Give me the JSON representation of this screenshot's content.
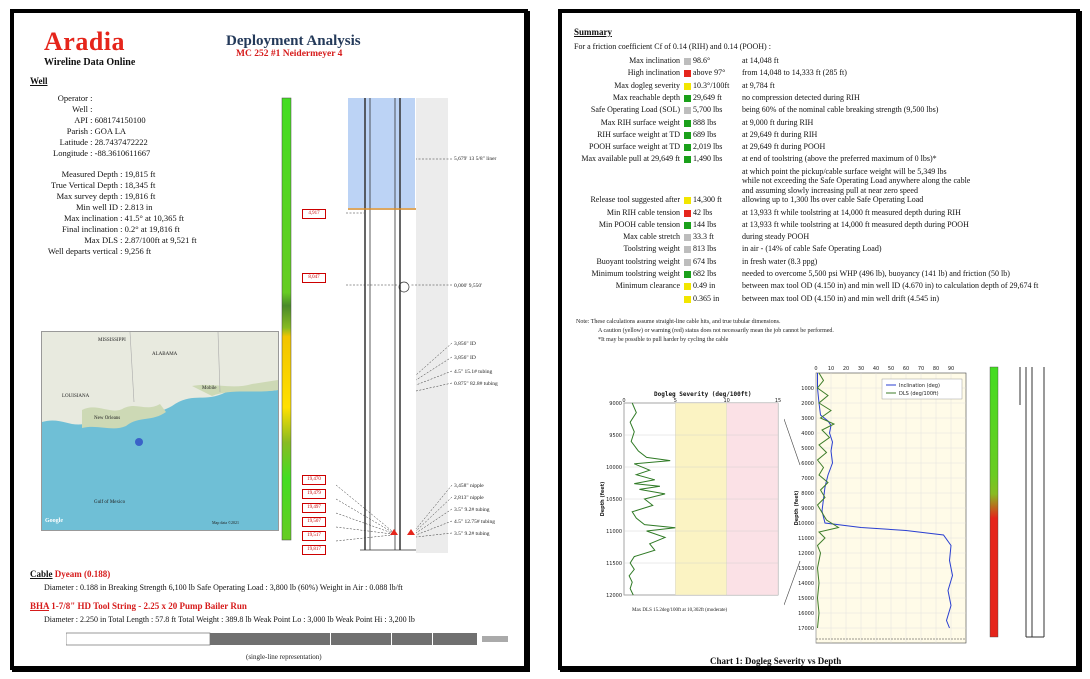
{
  "page1": {
    "brand": "Aradia",
    "brand_sub": "Wireline Data Online",
    "title": "Deployment Analysis",
    "subtitle": "MC 252 #1 Neidermeyer 4",
    "well_header": "Well",
    "well_rows": [
      {
        "label": "Operator",
        "value": ""
      },
      {
        "label": "Well",
        "value": ""
      },
      {
        "label": "API",
        "value": "608174150100"
      },
      {
        "label": "Parish",
        "value": "GOA LA"
      },
      {
        "label": "Latitude",
        "value": "28.7437472222"
      },
      {
        "label": "Longitude",
        "value": "-88.3610611667"
      },
      {
        "label": "",
        "value": ""
      },
      {
        "label": "Measured Depth",
        "value": "19,815 ft"
      },
      {
        "label": "True Vertical Depth",
        "value": "18,345 ft"
      },
      {
        "label": "Max survey depth",
        "value": "19,816 ft"
      },
      {
        "label": "Min well ID",
        "value": "2.813 in"
      },
      {
        "label": "Max inclination",
        "value": "41.5° at 10,365 ft"
      },
      {
        "label": "Final inclination",
        "value": "0.2° at 19,816 ft"
      },
      {
        "label": "Max DLS",
        "value": "2.87/100ft at 9,521 ft"
      },
      {
        "label": "Well departs vertical",
        "value": "9,256 ft"
      }
    ],
    "map_labels": [
      "MISSISSIPPI",
      "ALABAMA",
      "Mobile",
      "LOUISIANA",
      "New Orleans",
      "Gulf of Mexico",
      "Google",
      "Map data ©2021"
    ],
    "depth_boxes": [
      "4,917",
      "8,047",
      "19,470",
      "19,479",
      "19,497",
      "19,507",
      "19,517",
      "19,817"
    ],
    "annotations": [
      "5,679' 13 5/8\" liner",
      "0,000' 9,550'",
      "3,856\" ID",
      "3,856\" ID",
      "4.5\" 15.1# tubing",
      "0.875\" 82.8# tubing",
      "3,458\" nipple",
      "2,813\" nipple",
      "3.5\" 9.2# tubing",
      "4.5\" 12.75# tubing",
      "3.5\" 9.2# tubing"
    ],
    "cable": {
      "label": "Cable",
      "name": "Dyeam (0.188)",
      "details": "Diameter : 0.188 in   Breaking Strength 6,100 lb   Safe Operating Load : 3,800 lb (60%)   Weight in Air : 0.088 lb/ft"
    },
    "bha": {
      "label": "BHA",
      "name": "1-7/8\" HD Tool String - 2.25 x 20 Pump Bailer Run",
      "details": "Diameter : 2.250 in   Total Length : 57.8 ft   Total Weight : 389.8 lb   Weak Point Lo : 3,000 lb   Weak Point Hi : 3,200 lb"
    },
    "toolstring_caption": "(single-line representation)"
  },
  "page2": {
    "summary_header": "Summary",
    "intro": "For a friction coefficient Cf of 0.14 (RIH) and 0.14 (POOH) :",
    "rows": [
      {
        "label": "Max inclination",
        "color": "#bdbdbd",
        "value": "98.6°",
        "desc": "at 14,048 ft"
      },
      {
        "label": "High inclination",
        "color": "#e5251b",
        "value": "above 97°",
        "desc": "from 14,048 to 14,333 ft (285 ft)"
      },
      {
        "label": "Max dogleg severity",
        "color": "#f2e600",
        "value": "10.3°/100ft",
        "desc": "at 9,784 ft"
      },
      {
        "label": "Max reachable depth",
        "color": "#1aa01a",
        "value": "29,649 ft",
        "desc": "no compression detected during RIH"
      },
      {
        "label": "Safe Operating Load (SOL)",
        "color": "#bdbdbd",
        "value": "5,700 lbs",
        "desc": "being 60% of the nominal cable breaking strength (9,500 lbs)"
      },
      {
        "label": "Max RIH surface weight",
        "color": "#1aa01a",
        "value": "888 lbs",
        "desc": "at 9,000 ft during RIH"
      },
      {
        "label": "RIH surface weight at TD",
        "color": "#1aa01a",
        "value": "689 lbs",
        "desc": "at 29,649 ft during RIH"
      },
      {
        "label": "POOH surface weight at TD",
        "color": "#1aa01a",
        "value": "2,019 lbs",
        "desc": "at 29,649 ft during POOH"
      },
      {
        "label": "Max available pull at 29,649 ft",
        "color": "#1aa01a",
        "value": "1,490 lbs",
        "desc": "at end of toolstring (above the preferred maximum of 0 lbs)*"
      },
      {
        "label": "",
        "color": "",
        "value": "",
        "desc": "at which point the pickup/cable surface weight will be 5,349 lbs"
      },
      {
        "label": "",
        "color": "",
        "value": "",
        "desc": "while not exceeding the Safe Operating Load anywhere along the cable"
      },
      {
        "label": "",
        "color": "",
        "value": "",
        "desc": "and assuming slowly increasing pull at near zero speed"
      },
      {
        "label": "Release tool suggested after",
        "color": "#f2e600",
        "value": "14,300 ft",
        "desc": "allowing up to 1,300 lbs over cable Safe Operating Load"
      },
      {
        "label": "Min RIH cable tension",
        "color": "#e5251b",
        "value": "42 lbs",
        "desc": "at 13,933 ft while toolstring at 14,000 ft measured depth during RIH"
      },
      {
        "label": "Min POOH cable tension",
        "color": "#1aa01a",
        "value": "144 lbs",
        "desc": "at 13,933 ft while toolstring at 14,000 ft measured depth during POOH"
      },
      {
        "label": "Max cable stretch",
        "color": "#bdbdbd",
        "value": "33.3 ft",
        "desc": "during steady POOH"
      },
      {
        "label": "Toolstring weight",
        "color": "#bdbdbd",
        "value": "813 lbs",
        "desc": "in air - (14% of cable Safe Operating Load)"
      },
      {
        "label": "Buoyant toolstring weight",
        "color": "#bdbdbd",
        "value": "674 lbs",
        "desc": "in fresh water (8.3 ppg)"
      },
      {
        "label": "Minimum toolstring weight",
        "color": "#1aa01a",
        "value": "682 lbs",
        "desc": "needed to overcome 5,500 psi WHP (496 lb), buoyancy (141 lb) and friction (50 lb)"
      },
      {
        "label": "Minimum clearance",
        "color": "#f2e600",
        "value": "0.49 in",
        "desc": "between max tool OD (4.150 in) and min well ID (4.670 in) to calculation depth of 29,674 ft"
      },
      {
        "label": "",
        "color": "#f2e600",
        "value": "0.365 in",
        "desc": "between max tool OD (4.150 in) and min well drift (4.545 in)"
      }
    ],
    "notes": [
      "Note:  These calculations assume straight-line cable hits, and true tubular dimensions.",
      "A caution (yellow) or warning (red) status does not necessarily mean the job cannot be performed.",
      "*It may be possible to pull harder by cycling the cable"
    ],
    "chart_caption": "Chart 1: Dogleg Severity vs Depth"
  },
  "chart_data": [
    {
      "type": "line",
      "title": "Dogleg Severity (deg/100ft)",
      "xlabel": "",
      "ylabel": "Depth (feet)",
      "note": "Max DLS 15.2deg/100ft at 10,302ft (moderate)",
      "xlim": [
        0,
        15
      ],
      "ylim": [
        12000,
        9000
      ],
      "x_ticks": [
        "0",
        "5",
        "10",
        "15"
      ],
      "y_ticks": [
        9000,
        9500,
        10000,
        10500,
        11000,
        11500,
        12000
      ],
      "series": [
        {
          "name": "",
          "points": [
            [
              0.8,
              9000
            ],
            [
              1.2,
              9150
            ],
            [
              0.6,
              9300
            ],
            [
              1.0,
              9450
            ],
            [
              0.7,
              9600
            ],
            [
              1.4,
              9750
            ],
            [
              2.2,
              9850
            ],
            [
              4.5,
              9900
            ],
            [
              1.0,
              9950
            ],
            [
              2.5,
              10050
            ],
            [
              1.2,
              10120
            ],
            [
              3.0,
              10200
            ],
            [
              1.0,
              10260
            ],
            [
              3.5,
              10300
            ],
            [
              1.5,
              10350
            ],
            [
              4.0,
              10420
            ],
            [
              2.0,
              10500
            ],
            [
              2.8,
              10600
            ],
            [
              0.8,
              10700
            ],
            [
              1.2,
              10800
            ],
            [
              2.0,
              10900
            ],
            [
              5.0,
              10950
            ],
            [
              2.2,
              11000
            ],
            [
              4.0,
              11100
            ],
            [
              2.5,
              11200
            ],
            [
              3.0,
              11300
            ],
            [
              1.0,
              11400
            ],
            [
              0.6,
              11500
            ],
            [
              1.0,
              11600
            ],
            [
              0.5,
              11700
            ],
            [
              0.8,
              11800
            ],
            [
              0.6,
              11900
            ],
            [
              0.9,
              12000
            ]
          ]
        }
      ]
    },
    {
      "type": "line",
      "title": "",
      "xlabel": "",
      "ylabel": "Depth (feet)",
      "xlim": [
        0,
        100
      ],
      "ylim": [
        18000,
        0
      ],
      "x_ticks": [
        "0",
        "10",
        "20",
        "30",
        "40",
        "50",
        "60",
        "70",
        "80",
        "90"
      ],
      "y_ticks": [
        1000,
        2000,
        3000,
        4000,
        5000,
        6000,
        7000,
        8000,
        9000,
        10000,
        11000,
        12000,
        13000,
        14000,
        15000,
        16000,
        17000
      ],
      "series": [
        {
          "name": "Inclination (deg)",
          "color": "#2a3fd1",
          "points": [
            [
              1,
              0
            ],
            [
              1,
              1000
            ],
            [
              2,
              2000
            ],
            [
              3,
              2800
            ],
            [
              8,
              3200
            ],
            [
              10,
              3500
            ],
            [
              9,
              4000
            ],
            [
              11,
              4600
            ],
            [
              10,
              5200
            ],
            [
              11,
              6000
            ],
            [
              8,
              6800
            ],
            [
              6,
              7600
            ],
            [
              5,
              8400
            ],
            [
              4,
              9200
            ],
            [
              6,
              10000
            ],
            [
              30,
              10300
            ],
            [
              60,
              10500
            ],
            [
              85,
              10800
            ],
            [
              90,
              11500
            ],
            [
              89,
              12500
            ],
            [
              91,
              13500
            ],
            [
              88,
              14500
            ],
            [
              90,
              15500
            ],
            [
              87,
              16500
            ],
            [
              89,
              17000
            ]
          ]
        },
        {
          "name": "DLS (deg/100ft)",
          "color": "#3e7d2a",
          "points": [
            [
              2,
              0
            ],
            [
              5,
              500
            ],
            [
              1,
              1000
            ],
            [
              8,
              1500
            ],
            [
              2,
              2000
            ],
            [
              10,
              2500
            ],
            [
              3,
              3000
            ],
            [
              12,
              3400
            ],
            [
              4,
              3800
            ],
            [
              9,
              4300
            ],
            [
              2,
              4800
            ],
            [
              7,
              5300
            ],
            [
              1,
              5800
            ],
            [
              5,
              6300
            ],
            [
              2,
              6800
            ],
            [
              8,
              7300
            ],
            [
              3,
              7800
            ],
            [
              6,
              8300
            ],
            [
              1,
              8800
            ],
            [
              4,
              9300
            ],
            [
              7,
              9800
            ],
            [
              15,
              10300
            ],
            [
              2,
              10600
            ],
            [
              6,
              11000
            ],
            [
              1,
              11500
            ],
            [
              3,
              12000
            ],
            [
              1,
              13000
            ],
            [
              2,
              14000
            ],
            [
              1,
              15000
            ],
            [
              2,
              16000
            ],
            [
              1,
              17000
            ]
          ]
        }
      ]
    }
  ]
}
